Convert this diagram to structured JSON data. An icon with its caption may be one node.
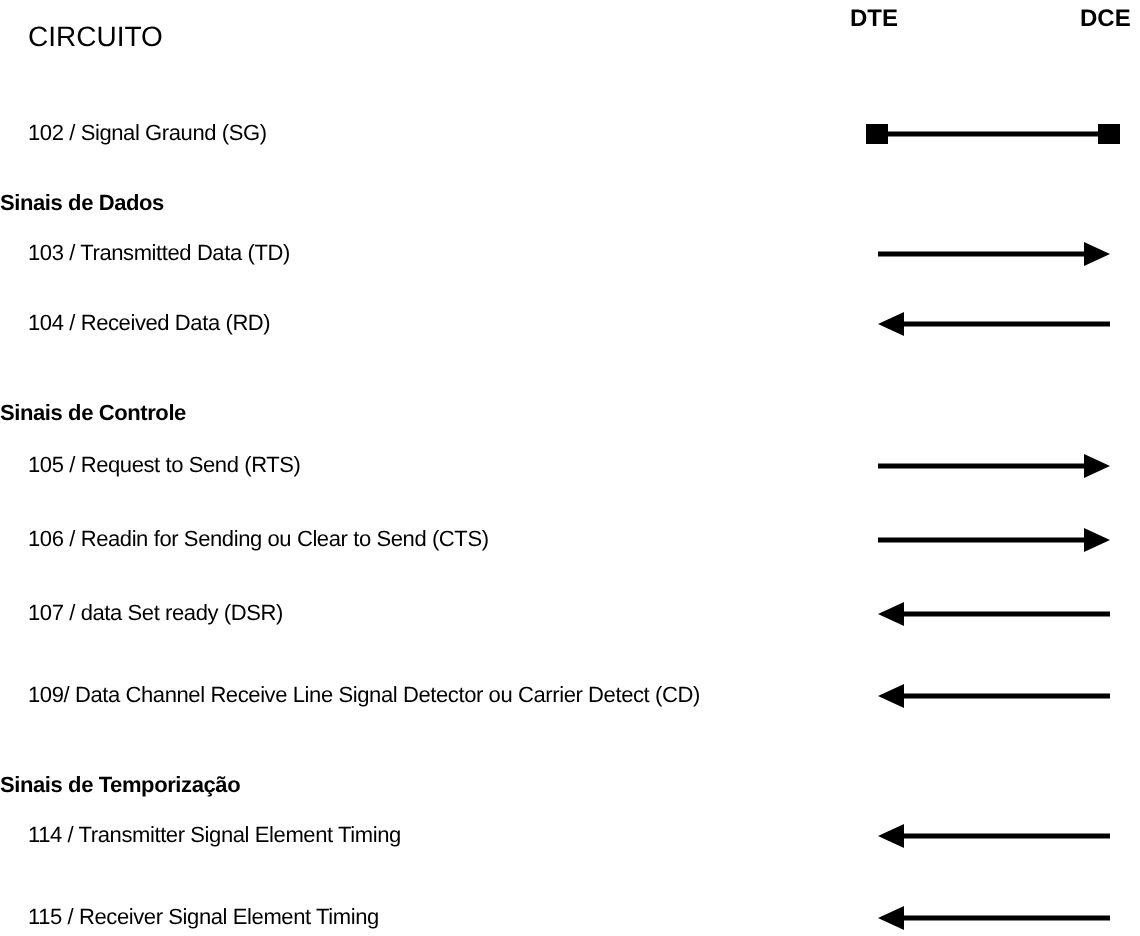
{
  "diagram": {
    "labels": [
      "CIRCUITO",
      "DTE",
      "DCE",
      "102 / Signal Graund (SG)",
      "Sinais de Dados",
      "103 / Transmitted Data (TD)",
      "104 / Received Data (RD)",
      "Sinais de Controle",
      "105 / Request to Send (RTS)",
      "106 / Readin for Sending ou Clear to Send (CTS)",
      "107 / data Set ready (DSR)",
      "109/ Data Channel Receive Line Signal Detector ou Carrier Detect (CD)",
      "Sinais de Temporização",
      "114 / Transmitter Signal Element Timing",
      "115 / Receiver Signal Element Timing"
    ]
  }
}
